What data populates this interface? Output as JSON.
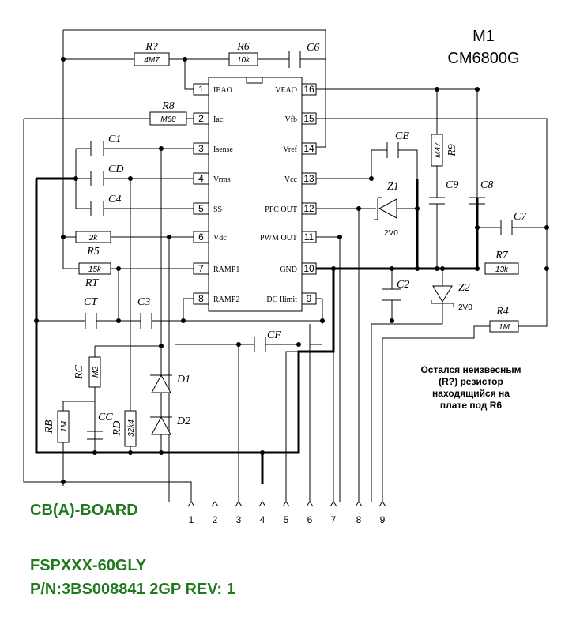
{
  "title": {
    "line1": "M1",
    "line2": "CM6800G"
  },
  "ic_pins": {
    "left": [
      {
        "num": "1",
        "name": "IEAO"
      },
      {
        "num": "2",
        "name": "Iac"
      },
      {
        "num": "3",
        "name": "Isense"
      },
      {
        "num": "4",
        "name": "Vrms"
      },
      {
        "num": "5",
        "name": "SS"
      },
      {
        "num": "6",
        "name": "Vdc"
      },
      {
        "num": "7",
        "name": "RAMP1"
      },
      {
        "num": "8",
        "name": "RAMP2"
      }
    ],
    "right": [
      {
        "num": "16",
        "name": "VEAO"
      },
      {
        "num": "15",
        "name": "Vfb"
      },
      {
        "num": "14",
        "name": "Vref"
      },
      {
        "num": "13",
        "name": "Vcc"
      },
      {
        "num": "12",
        "name": "PFC OUT"
      },
      {
        "num": "11",
        "name": "PWM OUT"
      },
      {
        "num": "10",
        "name": "GND"
      },
      {
        "num": "9",
        "name": "DC Ilimit"
      }
    ]
  },
  "resistors": {
    "r_unknown": {
      "ref": "R?",
      "value": "4M7"
    },
    "r6": {
      "ref": "R6",
      "value": "10k"
    },
    "r8": {
      "ref": "R8",
      "value": "M68"
    },
    "r5": {
      "ref": "R5",
      "value": "2k"
    },
    "rt": {
      "ref": "RT",
      "value": "15k"
    },
    "r9": {
      "ref": "R9",
      "value": "M47"
    },
    "r7": {
      "ref": "R7",
      "value": "13k"
    },
    "r4": {
      "ref": "R4",
      "value": "1M"
    },
    "rc": {
      "ref": "RC",
      "value": "M2"
    },
    "rb": {
      "ref": "RB",
      "value": "1M"
    },
    "rd": {
      "ref": "RD",
      "value": "32k4"
    }
  },
  "capacitors": {
    "c6": "C6",
    "c1": "C1",
    "cd": "CD",
    "c4": "C4",
    "ce": "CE",
    "c9": "C9",
    "c8": "C8",
    "c7": "C7",
    "c2": "C2",
    "ct": "CT",
    "c3": "C3",
    "cf": "CF",
    "cc": "CC"
  },
  "diodes": {
    "z1": {
      "ref": "Z1",
      "value": "2V0"
    },
    "z2": {
      "ref": "Z2",
      "value": "2V0"
    },
    "d1": "D1",
    "d2": "D2"
  },
  "connector": [
    "1",
    "2",
    "3",
    "4",
    "5",
    "6",
    "7",
    "8",
    "9"
  ],
  "note": [
    "Остался неизвесным",
    "(R?) резистор",
    "находящийся на",
    "плате под R6"
  ],
  "board": {
    "name": "CB(A)-BOARD",
    "model": "FSPXXX-60GLY",
    "pn": "P/N:3BS008841 2GP REV: 1"
  }
}
